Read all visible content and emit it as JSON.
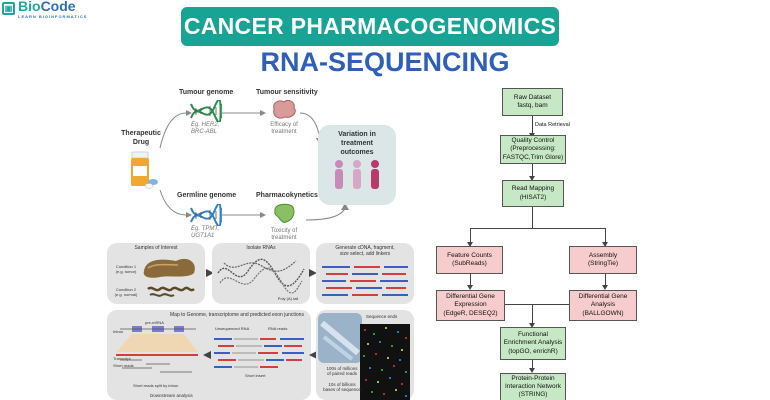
{
  "logo": {
    "name_part1": "Bio",
    "name_part2": "Code",
    "tagline": "LEARN BIOINFORMATICS"
  },
  "header": {
    "title": "CANCER PHARMACOGENOMICS",
    "subtitle": "RNA-SEQUENCING"
  },
  "pharmacogenomics": {
    "drug_label": "Therapeutic Drug",
    "tumour_genome": {
      "label": "Tumour genome",
      "examples": [
        "Eg. HER2,",
        "BRC-ABL"
      ]
    },
    "germline_genome": {
      "label": "Germline genome",
      "examples": [
        "Eg. TPMT,",
        "UGT1A1"
      ]
    },
    "tumour_sensitivity": {
      "label": "Tumour sensitivity",
      "notes": [
        "Efficacy of",
        "treatment"
      ]
    },
    "pharmacokynetics": {
      "label": "Pharmacokynetics",
      "notes": [
        "Toxicity of",
        "treatment"
      ]
    },
    "outcome": [
      "Variation in",
      "treatment",
      "outcomes"
    ]
  },
  "rnaseq_workflow": {
    "samples_title": "Samples of Interest",
    "condition_1": [
      "Condition 1",
      "(e.g. tumor)"
    ],
    "condition_2": [
      "Condition 2",
      "(e.g. normal)"
    ],
    "isolate": "Isolate RNAs",
    "polya": "Poly (A) tail",
    "generate": [
      "Generate cDNA, fragment,",
      "size select, add linkers"
    ],
    "map_title": "Map to Genome, transcriptome and predicted exon junctions",
    "labels": {
      "premrna": "pre-mRNA",
      "intron": "Intron",
      "transcript": "Transcript",
      "short_reads_1": "Short reads",
      "short_reads_split": "Short reads split by intron",
      "unsequenced": "Unsequenced RNA",
      "rna_reads": "RNA reads",
      "short_insert": "Short insert",
      "sequence_ends": "Sequence ends",
      "millions": [
        "100s of millions",
        "of paired reads"
      ],
      "billions": [
        "10s of billions",
        "bases of sequence"
      ],
      "downstream": "Downstream analysis"
    }
  },
  "flowchart": {
    "raw": [
      "Raw Dataset",
      "fastq, bam"
    ],
    "retrieval": "Data Retrieval",
    "qc": [
      "Quality Control",
      "(Preprocessing:",
      "FASTQC,Trim Glore)"
    ],
    "mapping": [
      "Read Mapping",
      "(HISAT2)"
    ],
    "feature": [
      "Feature Counts",
      "(SubReads)"
    ],
    "assembly": [
      "Assembly",
      "(StringTie)"
    ],
    "dge_left": [
      "Differential Gene",
      "Expression",
      "(EdgeR, DESEQ2)"
    ],
    "dge_right": [
      "Differential Gene",
      "Analysis",
      "(BALLGOWN)"
    ],
    "functional": [
      "Functional",
      "Enrichment Analysis",
      "(topGO, enrichR)"
    ],
    "ppi": [
      "Protein-Protein",
      "Interaction Network",
      "(STRING)"
    ]
  },
  "colors": {
    "teal": "#17a495",
    "blue": "#2f5fb8",
    "green_box": "#c7e8c5",
    "pink_box": "#f6cccc"
  }
}
